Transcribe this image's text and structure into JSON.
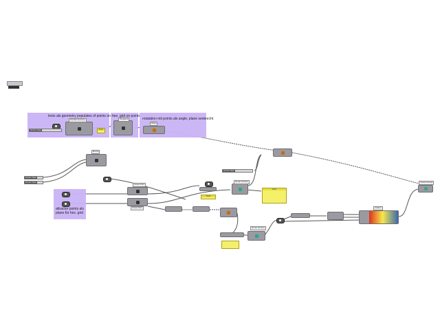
{
  "groups": [
    {
      "title": "kreis als geometry populates of points on geo"
    },
    {
      "title": "hex. grid on points"
    },
    {
      "title": "rotatation mit points als angle, plane senkrecht"
    },
    {
      "title": "attractor points als plane für hex. grid"
    }
  ],
  "sliders": [
    {
      "label": "Number Slider"
    },
    {
      "label": "Number Slider"
    },
    {
      "label": "Number Slider"
    },
    {
      "label": "Number Slider"
    }
  ],
  "panels": [
    {
      "title": "Panel"
    },
    {
      "title": "Panel"
    },
    {
      "title": "Panel"
    }
  ],
  "nodes": {
    "populate": "Populate Geometry",
    "hexgrid": "Hexagonal",
    "rotate": "Rotate",
    "gradient": "Gradient",
    "preview": "Custom Preview",
    "closest1": "Closest Point",
    "closest2": "Closest Point",
    "bounds": "Bounds",
    "remap1": "Remap Numbers",
    "remap2": "Remap Numbers"
  },
  "gradient_colors": [
    "#e0301e",
    "#f7e84a",
    "#3a6ab0"
  ]
}
